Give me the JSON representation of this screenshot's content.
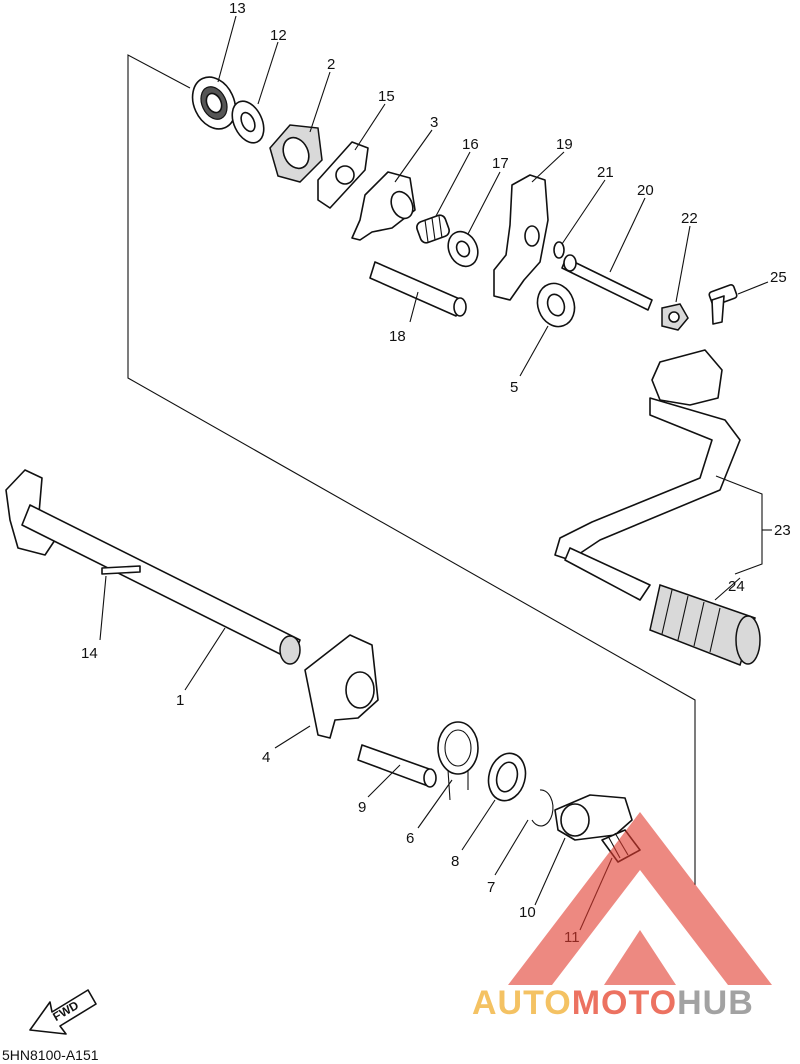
{
  "diagram": {
    "drawing_code": "5HN8100-A151",
    "fwd_label": "FWD",
    "callouts": [
      "13",
      "12",
      "2",
      "15",
      "3",
      "16",
      "17",
      "19",
      "21",
      "20",
      "22",
      "25",
      "18",
      "5",
      "23",
      "24",
      "14",
      "1",
      "4",
      "9",
      "6",
      "8",
      "7",
      "10",
      "11"
    ]
  },
  "watermark": {
    "part1": "AUTO",
    "part2": "MOTO",
    "part3": "HUB",
    "colors": {
      "orange": "#f2b33d",
      "red": "#e8503a",
      "grey": "#8c8c8c",
      "triangle": "#e23a2e"
    }
  }
}
